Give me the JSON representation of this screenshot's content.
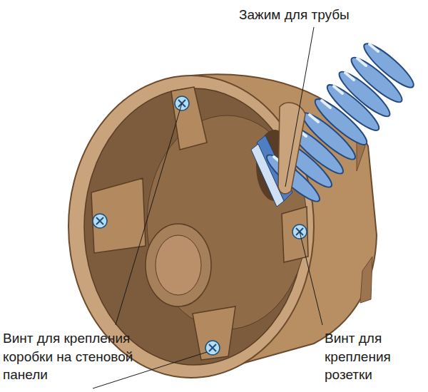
{
  "diagram": {
    "labels": [
      "Зажим для трубы",
      "Винт для крепления коробки на стеновой панели",
      "Винт для крепления розетки"
    ]
  }
}
